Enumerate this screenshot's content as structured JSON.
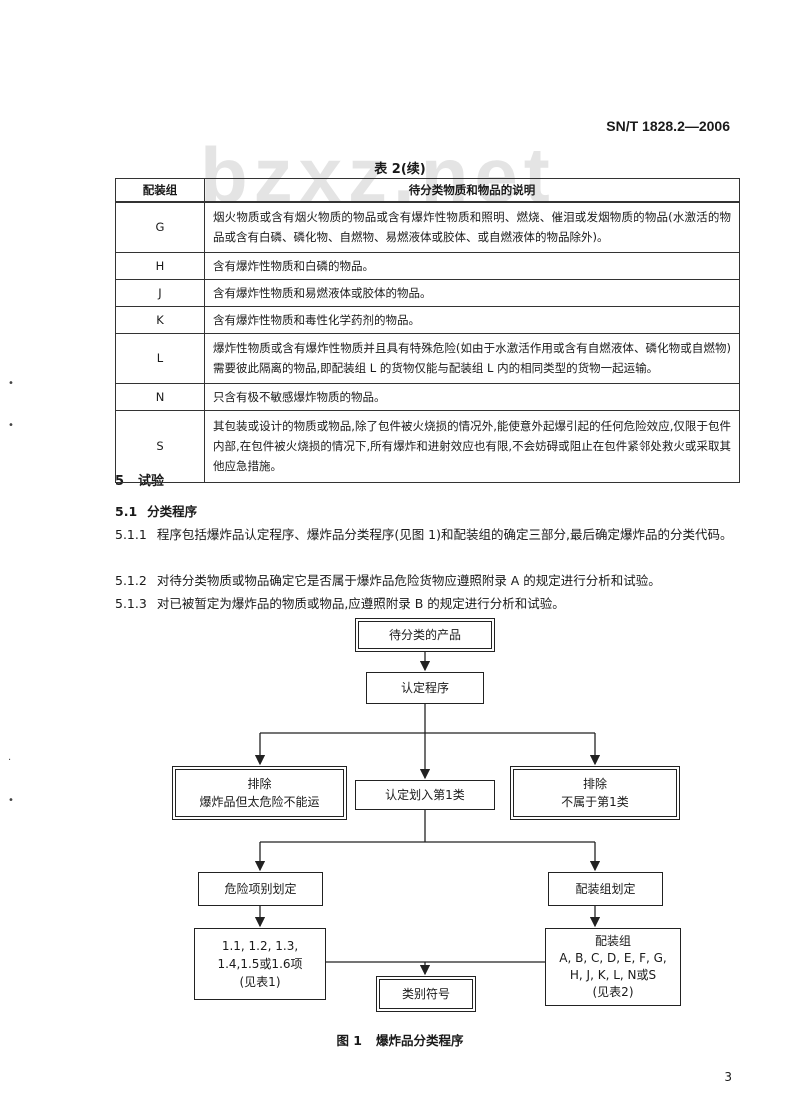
{
  "header": {
    "standard_number": "SN/T 1828.2—2006",
    "watermark": "bzxz.net"
  },
  "table": {
    "title": "表 2(续)",
    "headers": [
      "配装组",
      "待分类物质和物品的说明"
    ],
    "rows": [
      {
        "code": "G",
        "desc": "烟火物质或含有烟火物质的物品或含有爆炸性物质和照明、燃烧、催泪或发烟物质的物品(水激活的物品或含有白磷、磷化物、自燃物、易燃液体或胶体、或自燃液体的物品除外)。"
      },
      {
        "code": "H",
        "desc": "含有爆炸性物质和白磷的物品。"
      },
      {
        "code": "J",
        "desc": "含有爆炸性物质和易燃液体或胶体的物品。"
      },
      {
        "code": "K",
        "desc": "含有爆炸性物质和毒性化学药剂的物品。"
      },
      {
        "code": "L",
        "desc": "爆炸性物质或含有爆炸性物质并且具有特殊危险(如由于水激活作用或含有自燃液体、磷化物或自燃物)需要彼此隔离的物品,即配装组 L 的货物仅能与配装组 L 内的相同类型的货物一起运输。"
      },
      {
        "code": "N",
        "desc": "只含有极不敏感爆炸物质的物品。"
      },
      {
        "code": "S",
        "desc": "其包装或设计的物质或物品,除了包件被火烧损的情况外,能使意外起爆引起的任何危险效应,仅限于包件内部,在包件被火烧损的情况下,所有爆炸和进射效应也有限,不会妨碍或阻止在包件紧邻处救火或采取其他应急措施。"
      }
    ]
  },
  "section5": {
    "number": "5",
    "title": "试验"
  },
  "s51": {
    "number": "5.1",
    "title": "分类程序"
  },
  "s511": {
    "number": "5.1.1",
    "text": "程序包括爆炸品认定程序、爆炸品分类程序(见图 1)和配装组的确定三部分,最后确定爆炸品的分类代码。"
  },
  "s512": {
    "number": "5.1.2",
    "text": "对待分类物质或物品确定它是否属于爆炸品危险货物应遵照附录 A 的规定进行分析和试验。"
  },
  "s513": {
    "number": "5.1.3",
    "text": "对已被暂定为爆炸品的物质或物品,应遵照附录 B 的规定进行分析和试验。"
  },
  "flowchart": {
    "product": "待分类的产品",
    "acceptance": "认定程序",
    "exclude_left": {
      "line1": "排除",
      "line2": "爆炸品但太危险不能运"
    },
    "class1": "认定划入第1类",
    "exclude_right": {
      "line1": "排除",
      "line2": "不属于第1类"
    },
    "division": "危险项别划定",
    "compat": "配装组划定",
    "divisions_list": {
      "line1": "1.1, 1.2, 1.3,",
      "line2": "1.4,1.5或1.6项",
      "line3": "(见表1)"
    },
    "compat_list": {
      "line1": "配装组",
      "line2": "A, B, C, D, E, F, G,",
      "line3": "H, J, K, L, N或S",
      "line4": "(见表2)"
    },
    "symbol": "类别符号"
  },
  "figure": {
    "label": "图 1",
    "caption": "爆炸品分类程序"
  },
  "page_number": "3"
}
